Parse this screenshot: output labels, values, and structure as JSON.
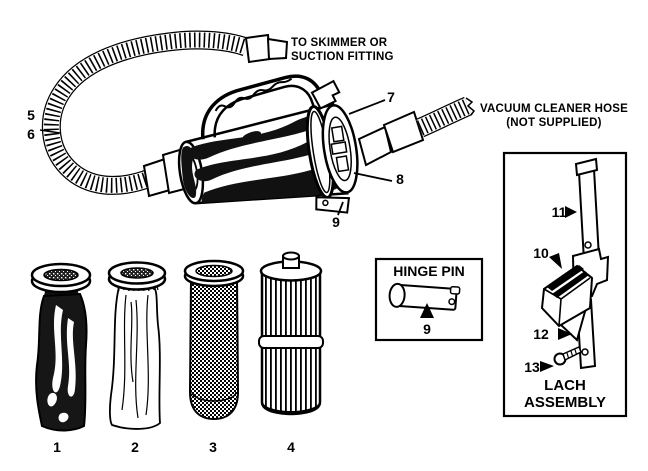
{
  "page": {
    "paper": "#ffffff",
    "ink": "#000000"
  },
  "notes": {
    "skimmer": {
      "line1": "TO SKIMMER OR",
      "line2": "SUCTION FITTING"
    },
    "vacuum": {
      "line1": "VACUUM CLEANER HOSE",
      "line2": "(NOT SUPPLIED)"
    }
  },
  "callouts": {
    "c1": "1",
    "c2": "2",
    "c3": "3",
    "c4": "4",
    "c5": "5",
    "c6": "6",
    "c7": "7",
    "c8": "8",
    "c9": "9",
    "c10": "10",
    "c11": "11",
    "c12": "12",
    "c13": "13"
  },
  "insets": {
    "hinge_pin": {
      "title": "HINGE PIN",
      "callout": "9"
    },
    "latch_assembly": {
      "title_line1": "LACH",
      "title_line2": "ASSEMBLY"
    }
  }
}
